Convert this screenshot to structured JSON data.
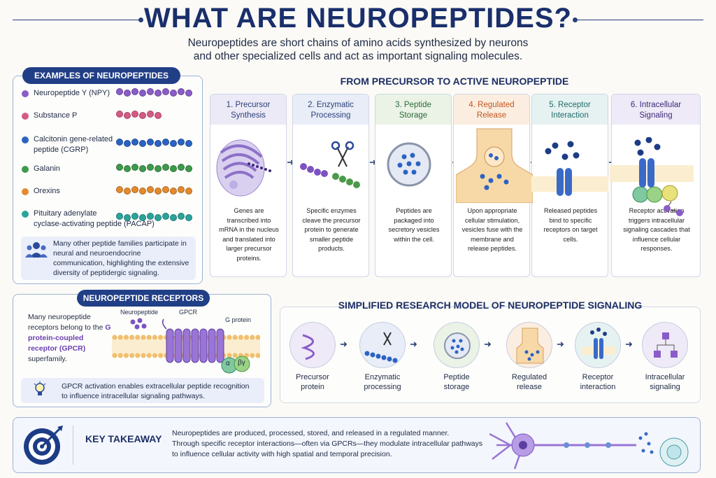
{
  "title": "WHAT ARE NEUROPEPTIDES?",
  "subtitle_line1": "Neuropeptides are short chains of amino acids synthesized by neurons",
  "subtitle_line2": "and other specialized cells and act as important signaling molecules.",
  "examples": {
    "header": "EXAMPLES OF NEUROPEPTIDES",
    "items": [
      {
        "line1": "Neuropeptide Y (NPY)",
        "line2": "",
        "color": "#8a5cc9",
        "count": 10
      },
      {
        "line1": "Substance P",
        "line2": "",
        "color": "#d65a86",
        "count": 6
      },
      {
        "line1": "Calcitonin gene-related",
        "line2": "peptide (CGRP)",
        "color": "#2b63c4",
        "count": 10
      },
      {
        "line1": "Galanin",
        "line2": "",
        "color": "#3e9a4a",
        "count": 10
      },
      {
        "line1": "Orexins",
        "line2": "",
        "color": "#e48a2c",
        "count": 10
      },
      {
        "line1": "Pituitary adenylate",
        "line2": "cyclase-activating peptide (PACAP)",
        "color": "#2aa39b",
        "count": 10
      }
    ],
    "note": "Many other peptide families participate in neural and neuroendocrine communication, highlighting the extensive diversity of peptidergic signaling."
  },
  "receptors": {
    "header": "NEUROPEPTIDE RECEPTORS",
    "text_a": "Many neuropeptide receptors belong to the ",
    "text_b": "G protein-coupled receptor (GPCR)",
    "text_c": " superfamily.",
    "label_neuropeptide": "Neuropeptide",
    "label_gpcr": "GPCR",
    "label_gprotein": "G protein",
    "alpha": "α",
    "betagamma": "βγ",
    "note": "GPCR activation enables extracellular peptide recognition to influence intracellular signaling pathways."
  },
  "pathway": {
    "header": "FROM PRECURSOR TO ACTIVE NEUROPEPTIDE",
    "steps": [
      {
        "title1": "1. Precursor",
        "title2": "Synthesis",
        "color": "#eceaf6",
        "tcolor": "#2a3f7a",
        "desc": "Genes are transcribed into mRNA in the nucleus and translated into larger precursor proteins."
      },
      {
        "title1": "2. Enzymatic",
        "title2": "Processing",
        "color": "#e8edf8",
        "tcolor": "#2a3f7a",
        "desc": "Specific enzymes cleave the precursor protein to generate smaller peptide products."
      },
      {
        "title1": "3. Peptide",
        "title2": "Storage",
        "color": "#eaf3e6",
        "tcolor": "#2c6a3a",
        "desc": "Peptides are packaged into secretory vesicles within the cell."
      },
      {
        "title1": "4. Regulated",
        "title2": "Release",
        "color": "#fbeee0",
        "tcolor": "#c2561d",
        "desc": "Upon appropriate cellular stimulation, vesicles fuse with the membrane and release peptides."
      },
      {
        "title1": "5. Receptor",
        "title2": "Interaction",
        "color": "#e6f2f1",
        "tcolor": "#1f6b6a",
        "desc": "Released peptides bind to specific receptors on target cells."
      },
      {
        "title1": "6. Intracellular",
        "title2": "Signaling",
        "color": "#efeaf7",
        "tcolor": "#3c2a7a",
        "desc": "Receptor activation triggers intracellular signaling cascades that influence cellular responses."
      }
    ]
  },
  "model": {
    "header": "SIMPLIFIED RESEARCH MODEL OF NEUROPEPTIDE SIGNALING",
    "items": [
      {
        "line1": "Precursor",
        "line2": "protein"
      },
      {
        "line1": "Enzymatic",
        "line2": "processing"
      },
      {
        "line1": "Peptide",
        "line2": "storage"
      },
      {
        "line1": "Regulated",
        "line2": "release"
      },
      {
        "line1": "Receptor",
        "line2": "interaction"
      },
      {
        "line1": "Intracellular",
        "line2": "signaling"
      }
    ]
  },
  "takeaway": {
    "label": "KEY TAKEAWAY",
    "line1": "Neuropeptides are produced, processed, stored, and released in a regulated manner.",
    "line2": "Through specific receptor interactions—often via GPCRs—they modulate intracellular pathways",
    "line3": "to influence cellular activity with high spatial and temporal precision."
  }
}
